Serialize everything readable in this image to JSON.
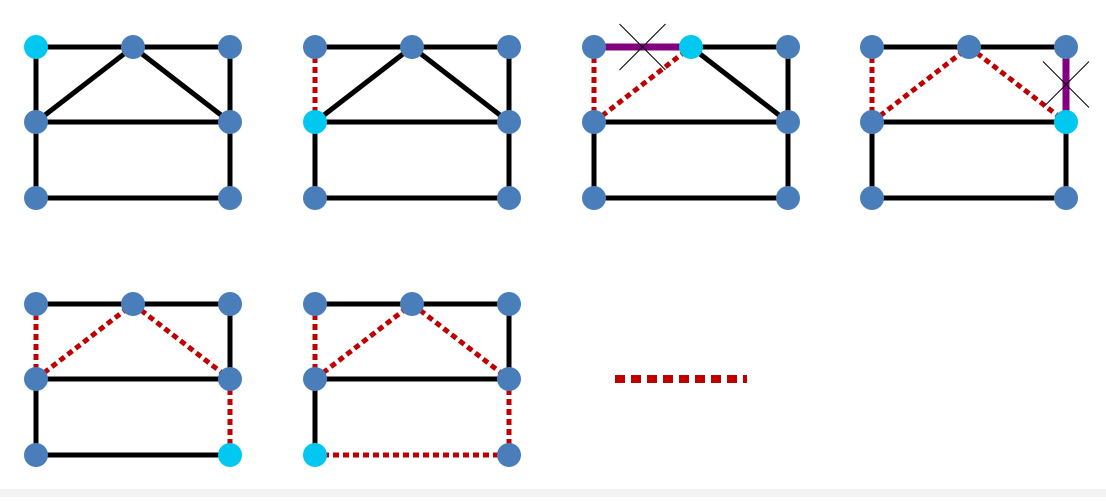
{
  "colors": {
    "edge": "#000000",
    "traversed": "#c00000",
    "rejected": "#800080",
    "vertex": "#4a7ebb",
    "current_vertex": "#00c8f0",
    "cross_mark": "#000000"
  },
  "graph": {
    "vertices": [
      "a",
      "b",
      "c",
      "d",
      "e",
      "f",
      "g"
    ],
    "edges": [
      [
        "a",
        "b"
      ],
      [
        "b",
        "c"
      ],
      [
        "b",
        "d"
      ],
      [
        "b",
        "e"
      ],
      [
        "a",
        "d"
      ],
      [
        "c",
        "e"
      ],
      [
        "d",
        "e"
      ],
      [
        "d",
        "f"
      ],
      [
        "e",
        "g"
      ],
      [
        "f",
        "g"
      ]
    ]
  },
  "panels": [
    {
      "id": "step-1",
      "current": "a",
      "traversed": [],
      "rejected": []
    },
    {
      "id": "step-2",
      "current": "d",
      "traversed": [
        [
          "a",
          "d"
        ]
      ],
      "rejected": []
    },
    {
      "id": "step-3",
      "current": "b",
      "traversed": [
        [
          "a",
          "d"
        ],
        [
          "d",
          "b"
        ]
      ],
      "rejected": [
        [
          "a",
          "b"
        ]
      ]
    },
    {
      "id": "step-4",
      "current": "e",
      "traversed": [
        [
          "a",
          "d"
        ],
        [
          "d",
          "b"
        ],
        [
          "b",
          "e"
        ]
      ],
      "rejected": [
        [
          "c",
          "e"
        ]
      ]
    },
    {
      "id": "step-5",
      "current": "g",
      "traversed": [
        [
          "a",
          "d"
        ],
        [
          "d",
          "b"
        ],
        [
          "b",
          "e"
        ],
        [
          "e",
          "g"
        ]
      ],
      "rejected": []
    },
    {
      "id": "step-6",
      "current": "f",
      "traversed": [
        [
          "a",
          "d"
        ],
        [
          "d",
          "b"
        ],
        [
          "b",
          "e"
        ],
        [
          "e",
          "g"
        ],
        [
          "g",
          "f"
        ]
      ],
      "rejected": []
    }
  ],
  "legend": {
    "item": "traversed-edge"
  }
}
